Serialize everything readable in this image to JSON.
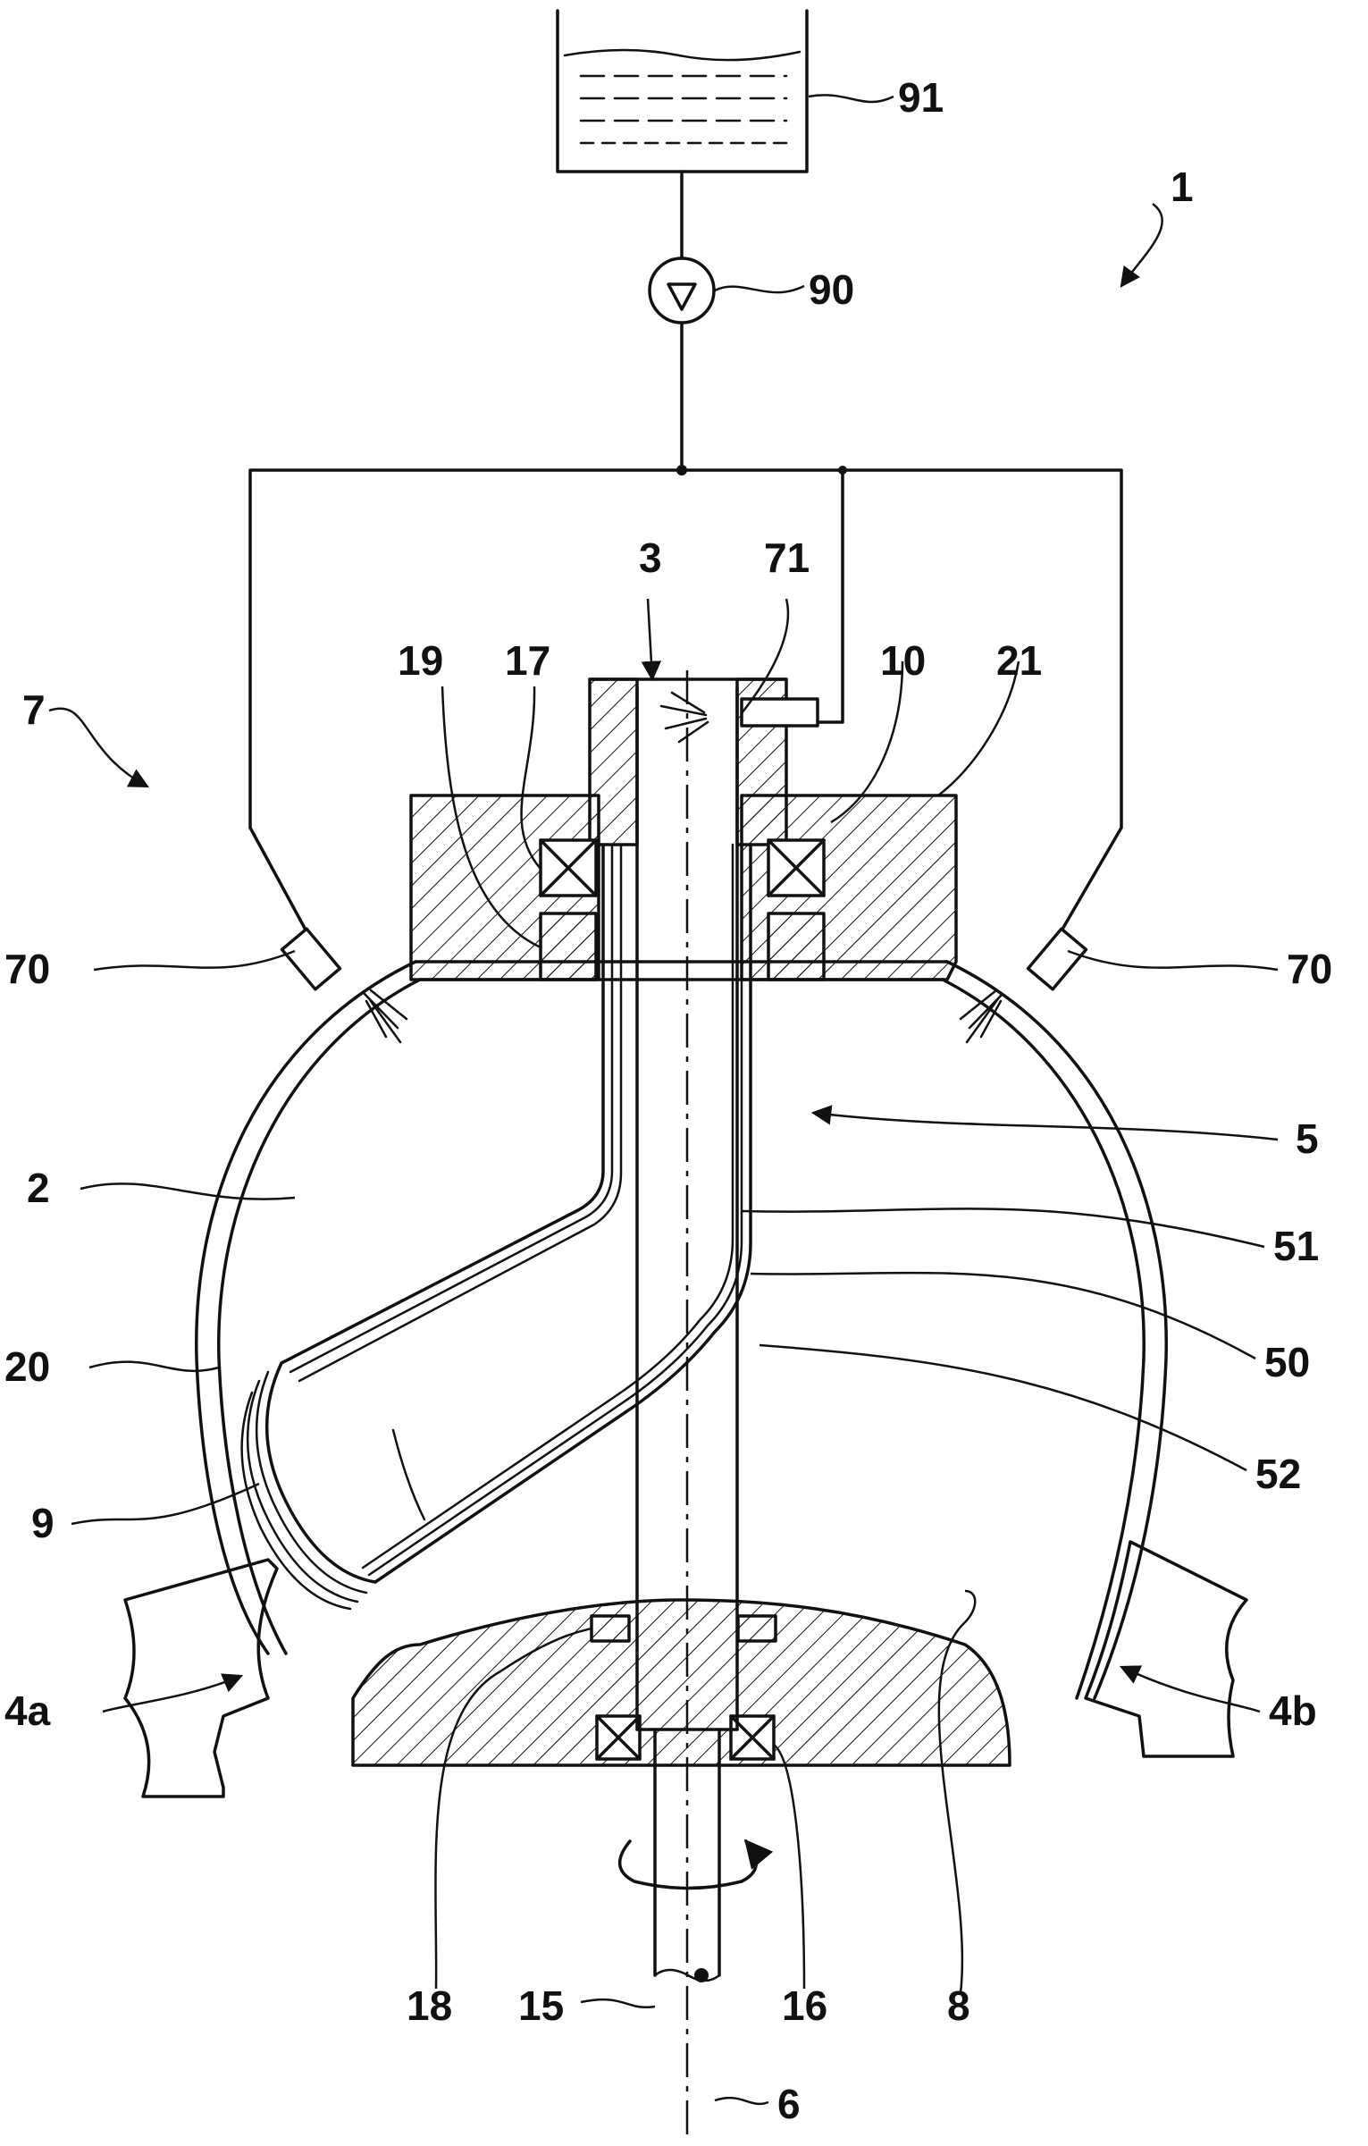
{
  "colors": {
    "line": "#111111",
    "background": "#ffffff"
  },
  "labels": {
    "l1": "1",
    "l2": "2",
    "l3": "3",
    "l4a": "4a",
    "l4b": "4b",
    "l5": "5",
    "l6": "6",
    "l7": "7",
    "l8": "8",
    "l9": "9",
    "l10": "10",
    "l15": "15",
    "l16": "16",
    "l17": "17",
    "l18": "18",
    "l19": "19",
    "l20": "20",
    "l21": "21",
    "l50": "50",
    "l51": "51",
    "l52": "52",
    "l70_left": "70",
    "l70_right": "70",
    "l71": "71",
    "l90": "90",
    "l91": "91"
  }
}
